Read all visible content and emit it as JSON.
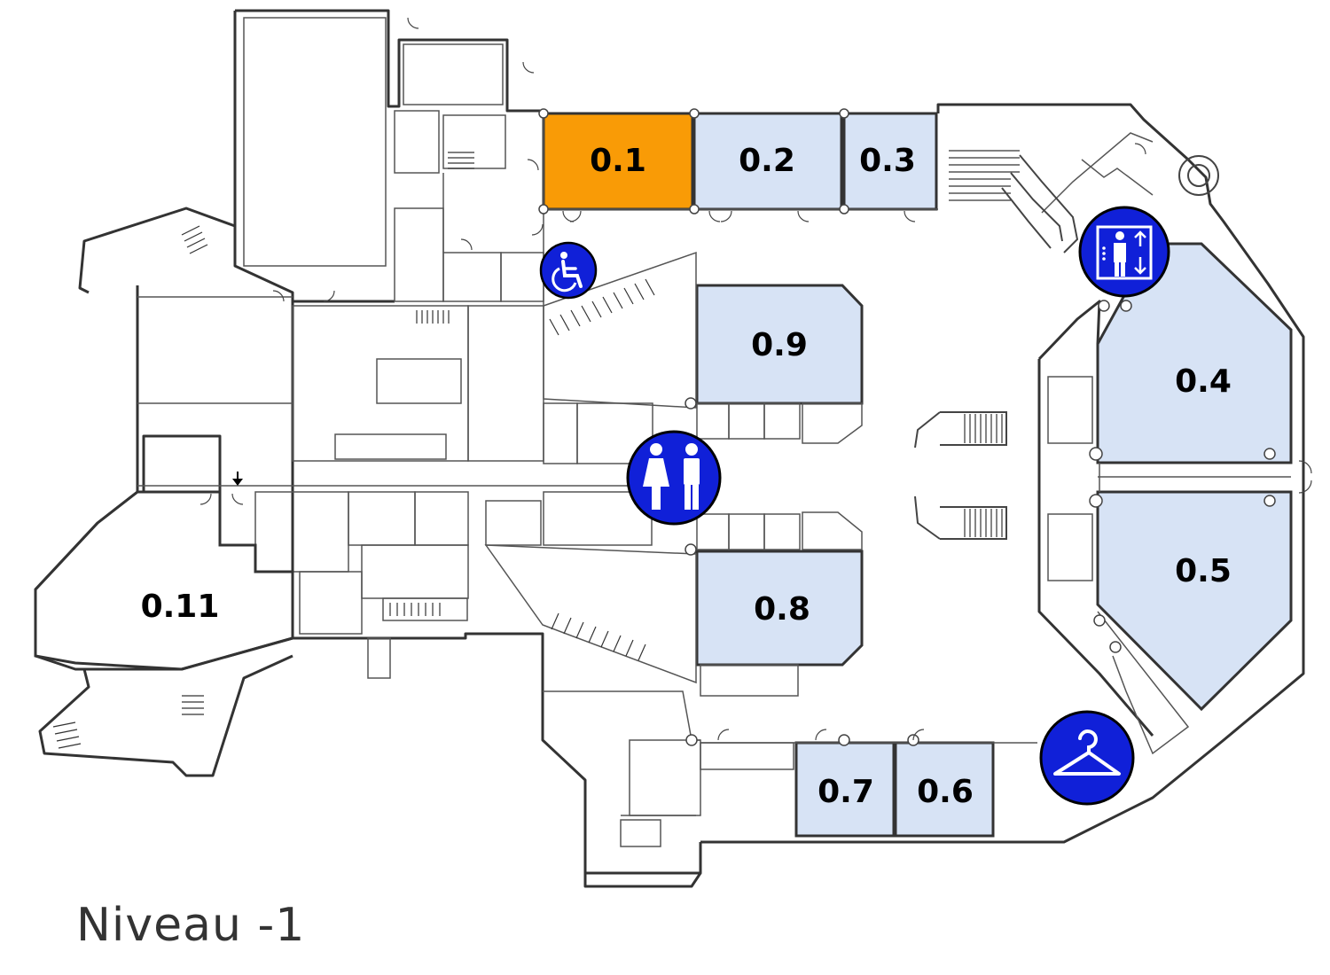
{
  "level_title": "Niveau -1",
  "colors": {
    "highlight": "#f99b06",
    "room": "#d7e3f5",
    "icon": "#1020d8",
    "wall": "#333333"
  },
  "rooms": [
    {
      "id": "0.1",
      "label": "0.1",
      "highlighted": true
    },
    {
      "id": "0.2",
      "label": "0.2",
      "highlighted": false
    },
    {
      "id": "0.3",
      "label": "0.3",
      "highlighted": false
    },
    {
      "id": "0.4",
      "label": "0.4",
      "highlighted": false
    },
    {
      "id": "0.5",
      "label": "0.5",
      "highlighted": false
    },
    {
      "id": "0.6",
      "label": "0.6",
      "highlighted": false
    },
    {
      "id": "0.7",
      "label": "0.7",
      "highlighted": false
    },
    {
      "id": "0.8",
      "label": "0.8",
      "highlighted": false
    },
    {
      "id": "0.9",
      "label": "0.9",
      "highlighted": false
    },
    {
      "id": "0.11",
      "label": "0.11",
      "highlighted": false
    }
  ],
  "icons": [
    "wheelchair-icon",
    "elevator-icon",
    "restroom-icon",
    "coat-hanger-icon"
  ]
}
